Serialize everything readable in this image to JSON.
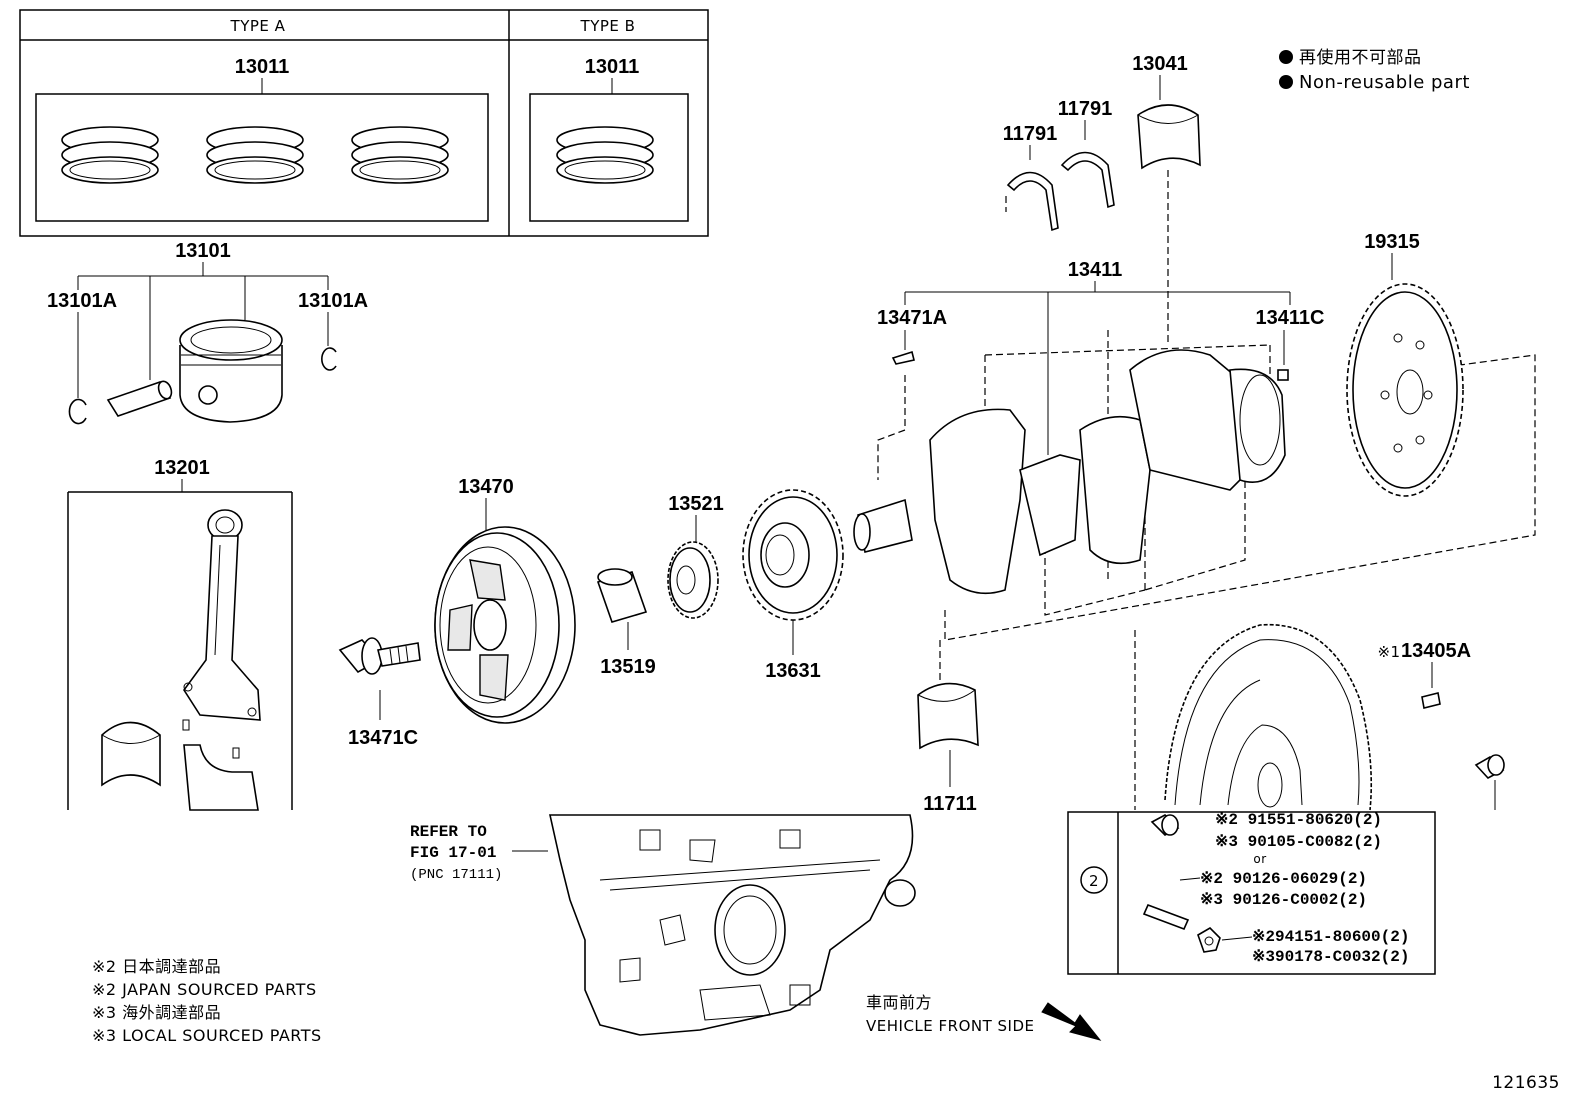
{
  "legend": {
    "jp": "再使用不可部品",
    "en": "Non-reusable part"
  },
  "types": {
    "a": "TYPE A",
    "b": "TYPE B"
  },
  "parts": {
    "p13011a": "13011",
    "p13011b": "13011",
    "p13101": "13101",
    "p13101a_l": "13101A",
    "p13101a_r": "13101A",
    "p13201": "13201",
    "p13470": "13470",
    "p13471c": "13471C",
    "p13519": "13519",
    "p13521": "13521",
    "p13631": "13631",
    "p13041": "13041",
    "p11791a": "11791",
    "p11791b": "11791",
    "p13411": "13411",
    "p13471a": "13471A",
    "p13411c": "13411C",
    "p19315": "19315",
    "p11711": "11711",
    "p13405a": "13405A",
    "p13405a_mark": "※1"
  },
  "refer": {
    "line1": "REFER TO",
    "line2": "FIG 17-01",
    "line3": "(PNC 17111)"
  },
  "bolts": {
    "circle": "2",
    "b1": "※2 91551-80620(2)",
    "b2": "※3 90105-C0082(2)",
    "or": "or",
    "b3": "※2 90126-06029(2)",
    "b4": "※3 90126-C0002(2)",
    "b5": "※294151-80600(2)",
    "b6": "※390178-C0032(2)"
  },
  "notes": {
    "n1": "※2 日本調達部品",
    "n2": "※2 JAPAN SOURCED PARTS",
    "n3": "※3 海外調達部品",
    "n4": "※3 LOCAL SOURCED PARTS"
  },
  "direction": {
    "jp": "車両前方",
    "en": "VEHICLE FRONT SIDE"
  },
  "figure_id": "121635"
}
